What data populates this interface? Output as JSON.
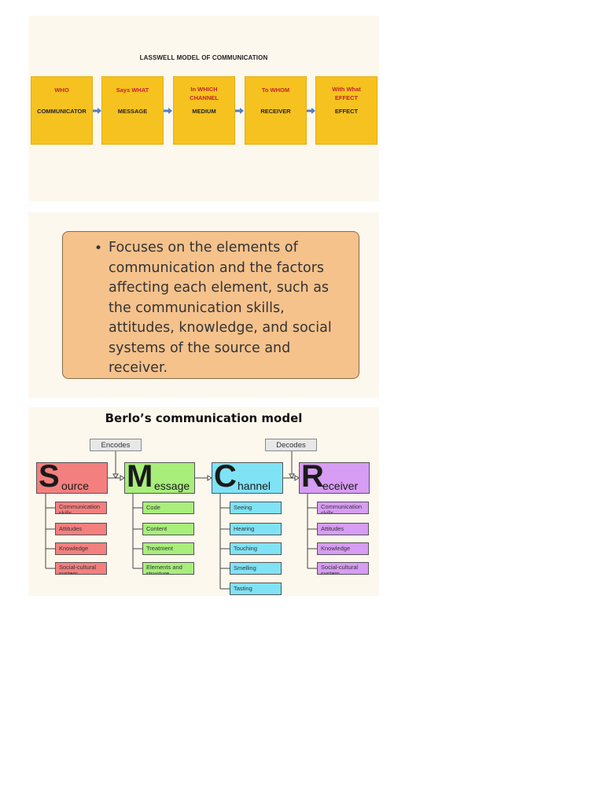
{
  "lasswell": {
    "title": "LASSWELL MODEL OF COMMUNICATION",
    "boxes": [
      {
        "question": "WHO",
        "role": "COMMUNICATOR"
      },
      {
        "question": "Says WHAT",
        "role": "MESSAGE"
      },
      {
        "question": "In WHICH\nCHANNEL",
        "role": "MEDIUM"
      },
      {
        "question": "To WHOM",
        "role": "RECEIVER"
      },
      {
        "question": "With What\nEFFECT",
        "role": "EFFECT"
      }
    ],
    "colors": {
      "box": "#f6c21f",
      "question": "#c0242c",
      "arrow": "#4f7fc0"
    }
  },
  "focus": {
    "text": "Focuses on the elements of communication and the factors affecting each element, such as the communication skills, attitudes, knowledge, and social systems of the source and receiver.",
    "bullet": "•"
  },
  "berlo": {
    "title": "Berlo’s communication model",
    "encodes": "Encodes",
    "decodes": "Decodes",
    "columns": [
      {
        "big": "S",
        "rest": "ource",
        "color": "#f47f7f",
        "items": [
          "Communication skills",
          "Attitudes",
          "Knowledge",
          "Social-cultural system"
        ]
      },
      {
        "big": "M",
        "rest": "essage",
        "color": "#a8ee7b",
        "items": [
          "Code",
          "Content",
          "Treatment",
          "Elements and structure"
        ]
      },
      {
        "big": "C",
        "rest": "hannel",
        "color": "#7fe3f5",
        "items": [
          "Seeing",
          "Hearing",
          "Touching",
          "Smelling",
          "Tasting"
        ]
      },
      {
        "big": "R",
        "rest": "eceiver",
        "color": "#d79cf3",
        "items": [
          "Communication skills",
          "Attitudes",
          "Knowledge",
          "Social-cultural system"
        ]
      }
    ]
  }
}
